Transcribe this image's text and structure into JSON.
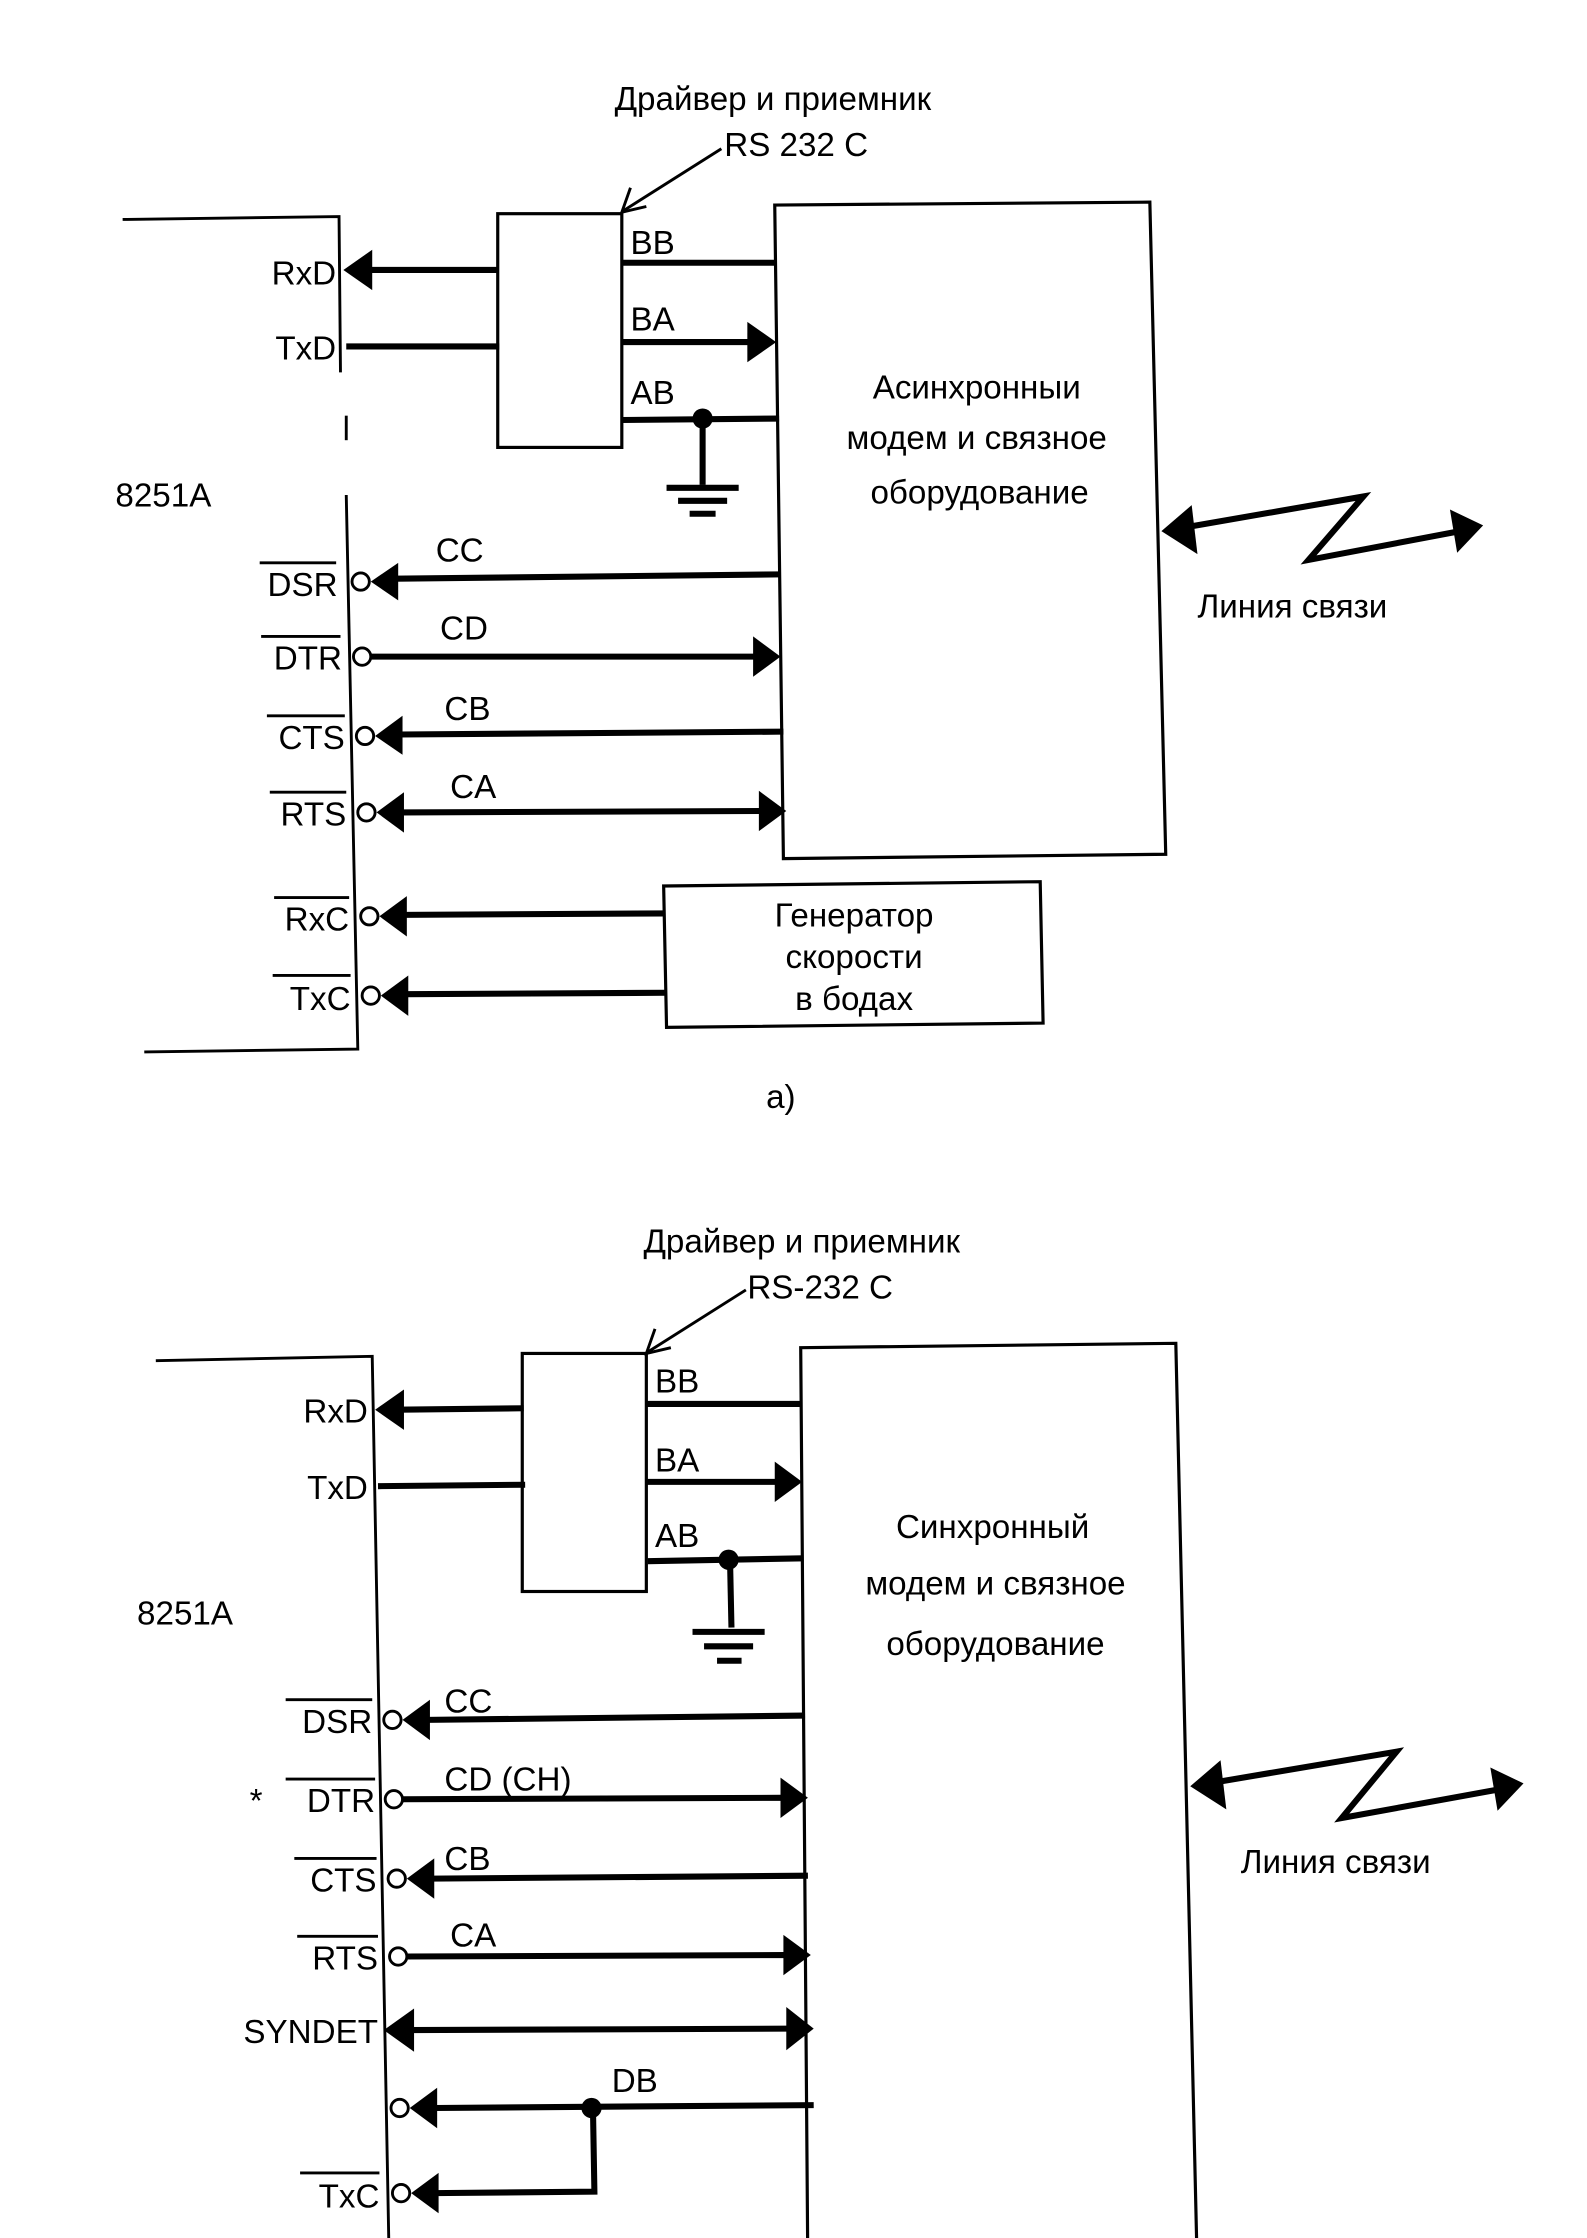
{
  "figure_a": {
    "caption": "a)",
    "chip_label": "8251A",
    "driver_label_line1": "Драйвер и приемник",
    "driver_label_line2": "RS 232 C",
    "modem_label": [
      "Асинхронныи",
      "модем и связное",
      "оборудование"
    ],
    "generator_label": [
      "Генератор",
      "скорости",
      "в бодах"
    ],
    "line_label": "Линия связи",
    "data_pins": [
      {
        "name": "RxD",
        "signal": "BB",
        "direction": "in"
      },
      {
        "name": "TxD",
        "signal": "BA",
        "direction": "out"
      }
    ],
    "ground_signal": "AB",
    "control_pins": [
      {
        "name": "DSR",
        "inverted": true,
        "signal": "CC",
        "direction": "in"
      },
      {
        "name": "DTR",
        "inverted": true,
        "signal": "CD",
        "direction": "out"
      },
      {
        "name": "CTS",
        "inverted": true,
        "signal": "CB",
        "direction": "in"
      },
      {
        "name": "RTS",
        "inverted": true,
        "signal": "CA",
        "direction": "both"
      },
      {
        "name": "RxC",
        "inverted": true,
        "signal": "",
        "direction": "in"
      },
      {
        "name": "TxC",
        "inverted": true,
        "signal": "",
        "direction": "in"
      }
    ]
  },
  "figure_b": {
    "chip_label": "8251A",
    "driver_label_line1": "Драйвер и приемник",
    "driver_label_line2": "RS-232 C",
    "modem_label": [
      "Синхронный",
      "модем и связное",
      "оборудование"
    ],
    "line_label": "Линия связи",
    "data_pins": [
      {
        "name": "RxD",
        "signal": "BB",
        "direction": "in"
      },
      {
        "name": "TxD",
        "signal": "BA",
        "direction": "out"
      }
    ],
    "ground_signal": "AB",
    "control_pins": [
      {
        "name": "DSR",
        "prefix": "",
        "inverted": true,
        "signal": "CC",
        "direction": "in"
      },
      {
        "name": "DTR",
        "prefix": "*",
        "inverted": true,
        "signal": "CD (CH)",
        "direction": "out"
      },
      {
        "name": "CTS",
        "prefix": "",
        "inverted": true,
        "signal": "CB",
        "direction": "in"
      },
      {
        "name": "RTS",
        "prefix": "",
        "inverted": true,
        "signal": "CA",
        "direction": "out"
      },
      {
        "name": "SYNDET",
        "prefix": "",
        "inverted": false,
        "signal": "",
        "direction": "both"
      },
      {
        "name": "",
        "prefix": "",
        "inverted": true,
        "signal": "DB",
        "direction": "in"
      },
      {
        "name": "TxC",
        "prefix": "",
        "inverted": true,
        "signal": "",
        "direction": "in"
      }
    ]
  }
}
